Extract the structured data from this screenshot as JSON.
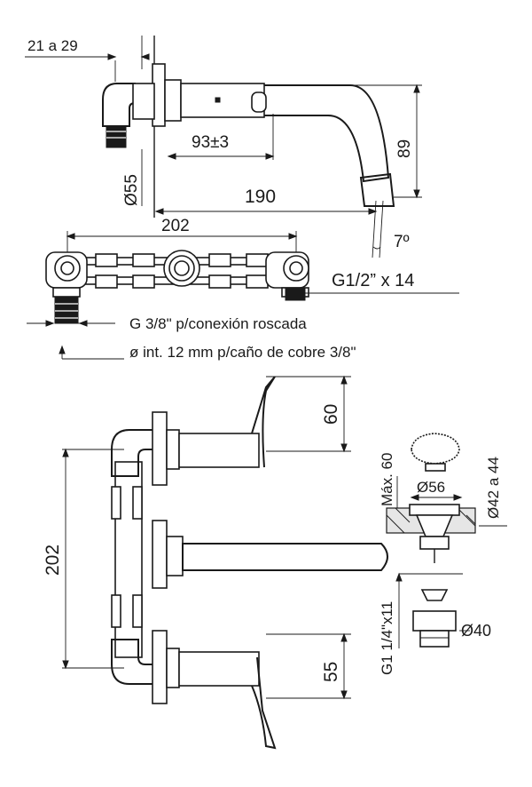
{
  "dims": {
    "d_21_29": "21 a 29",
    "d_93": "93±3",
    "d_89": "89",
    "d_55_dia": "Ø55",
    "d_190": "190",
    "d_202_top": "202",
    "d_7deg": "7º",
    "d_g12": "G1/2” x 14",
    "d_60": "60",
    "d_202_side": "202",
    "d_55": "55",
    "d_max60": "Máx. 60",
    "d_dia56": "Ø56",
    "d_dia42_44": "Ø42 a 44",
    "d_g114": "G1 1/4\"x11",
    "d_dia40": "Ø40"
  },
  "notes": {
    "g38": "G 3/8\" p/conexión roscada",
    "copper": "ø int. 12 mm p/caño de cobre 3/8\""
  }
}
